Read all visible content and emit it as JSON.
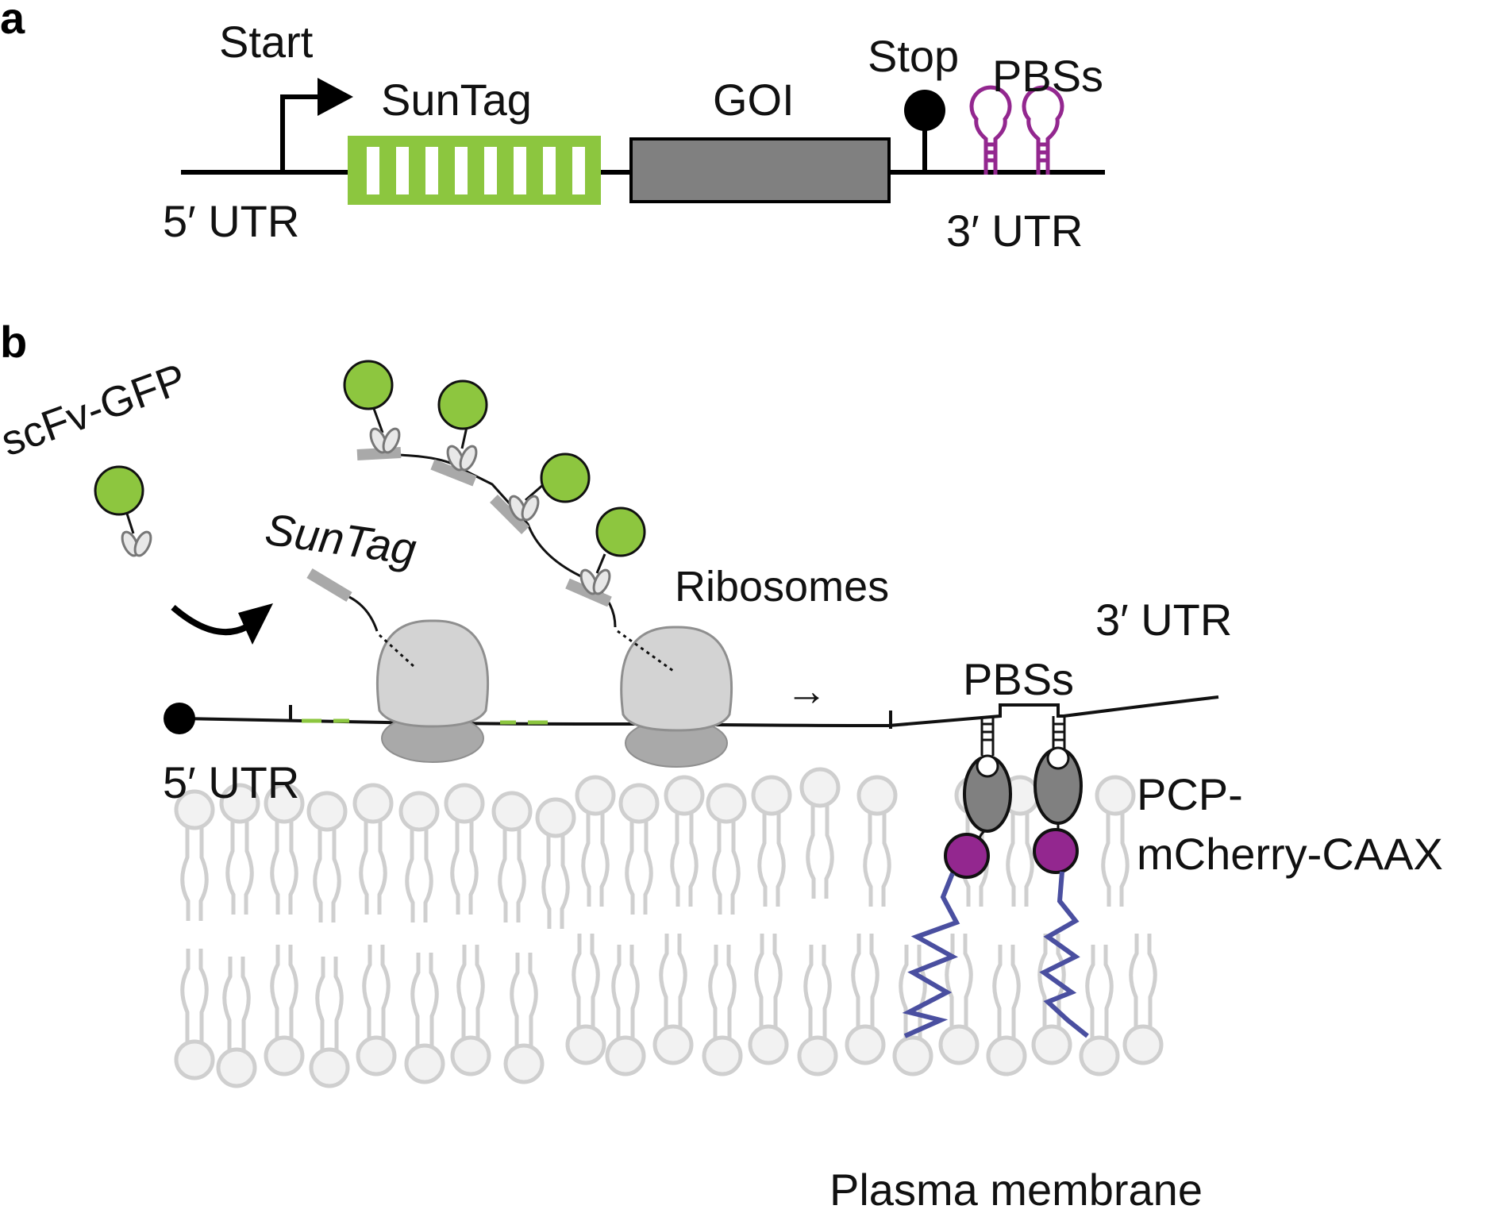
{
  "panel_a": {
    "letter": "a",
    "start": "Start",
    "suntag": "SunTag",
    "goi": "GOI",
    "stop": "Stop",
    "pbss": "PBSs",
    "utr5": "5′ UTR",
    "utr3": "3′ UTR"
  },
  "panel_b": {
    "letter": "b",
    "scfv": "scFv-GFP",
    "suntag": "SunTag",
    "ribosomes": "Ribosomes",
    "utr3": "3′ UTR",
    "pbss": "PBSs",
    "utr5": "5′ UTR",
    "pcp_line1": "PCP-",
    "pcp_line2": "mCherry-CAAX",
    "membrane": "Plasma membrane",
    "direction_arrow": "→"
  },
  "colors": {
    "green": "#8cc63f",
    "gfp": "#8dc63f",
    "gray_box": "#808080",
    "purple": "#93278f",
    "blue": "#4a4fa0",
    "ribosome": "#d3d3d3",
    "lipid": "#cfcfcf"
  }
}
